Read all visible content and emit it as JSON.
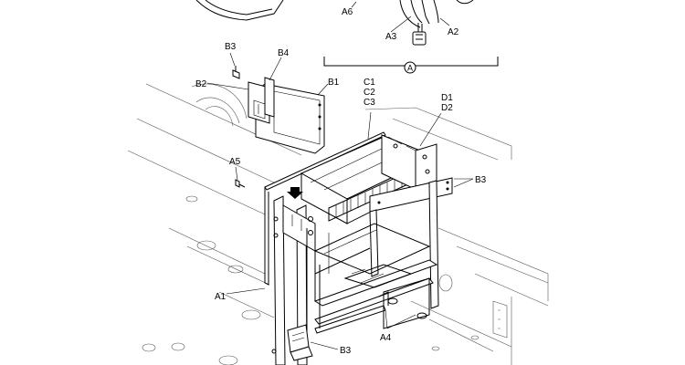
{
  "callouts": {
    "a6": "A6",
    "a3": "A3",
    "a2": "A2",
    "view_ref": "A",
    "b3_top": "B3",
    "b4": "B4",
    "b2": "B2",
    "b1": "B1",
    "c1": "C1",
    "c2": "C2",
    "c3": "C3",
    "d1": "D1",
    "d2": "D2",
    "b3_right": "B3",
    "a5": "A5",
    "a1": "A1",
    "a4": "A4",
    "b3_bottom": "B3"
  }
}
